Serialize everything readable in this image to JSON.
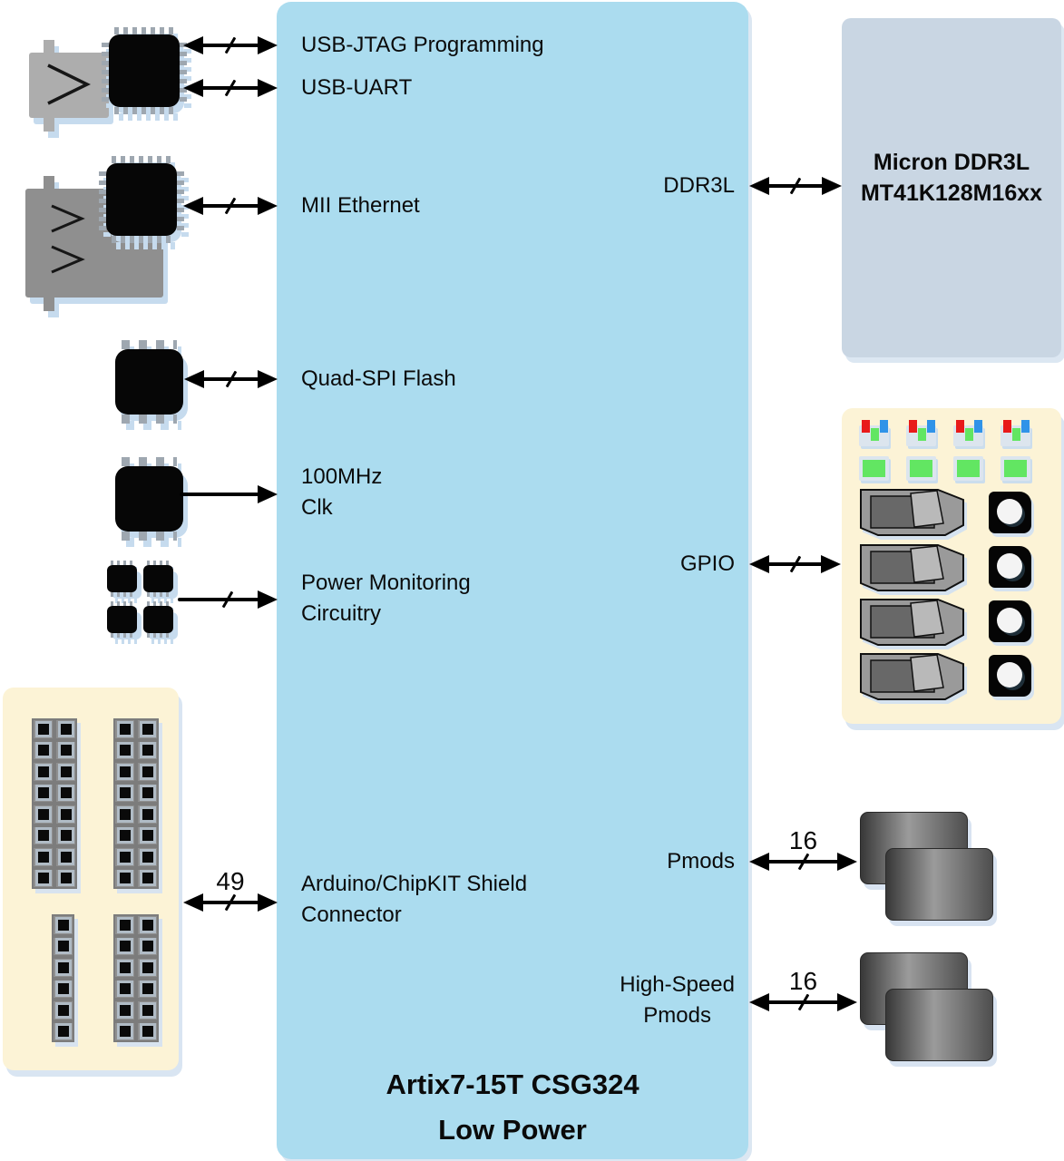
{
  "fpga": {
    "usb_jtag": "USB-JTAG Programming",
    "usb_uart": "USB-UART",
    "mii_ethernet": "MII Ethernet",
    "quad_spi_flash": "Quad-SPI Flash",
    "clk_line1": "100MHz",
    "clk_line2": "Clk",
    "power_line1": "Power Monitoring",
    "power_line2": "Circuitry",
    "arduino_line1": "Arduino/ChipKIT Shield",
    "arduino_line2": "Connector",
    "ddr3l": "DDR3L",
    "gpio": "GPIO",
    "pmods": "Pmods",
    "hs_pmods_line1": "High-Speed",
    "hs_pmods_line2": "Pmods",
    "title_line1": "Artix7-15T CSG324",
    "title_line2": "Low Power"
  },
  "ddr": {
    "line1": "Micron DDR3L",
    "line2": "MT41K128M16xx"
  },
  "buses": {
    "arduino_width": "49",
    "pmods_width": "16",
    "hs_pmods_width": "16"
  },
  "icons": {
    "usb_connector": "usb-connector-icon",
    "ethernet_connector": "ethernet-connector-icon",
    "usb_controller_chip": "qfp-chip-icon",
    "ethernet_phy_chip": "qfp-chip-icon",
    "flash_chip": "flash-chip-icon",
    "clock_chip": "oscillator-chip-icon",
    "power_monitor_chips": "small-chip-icon",
    "rgb_led": "rgb-led-icon",
    "green_led": "green-led-icon",
    "slide_switch": "slide-switch-icon",
    "push_button": "push-button-icon",
    "pin_header": "pin-header-icon",
    "pmod_port": "pmod-port-icon"
  },
  "colors": {
    "fpga_fill": "#ABDCEF",
    "module_fill": "#FCF3D6",
    "ddr_fill": "#C9D6E3",
    "drop_shadow": "#C6DBEE",
    "arrow": "#000000",
    "led_red": "#E81A1A",
    "led_green": "#62E662",
    "led_blue": "#2F93E8"
  }
}
